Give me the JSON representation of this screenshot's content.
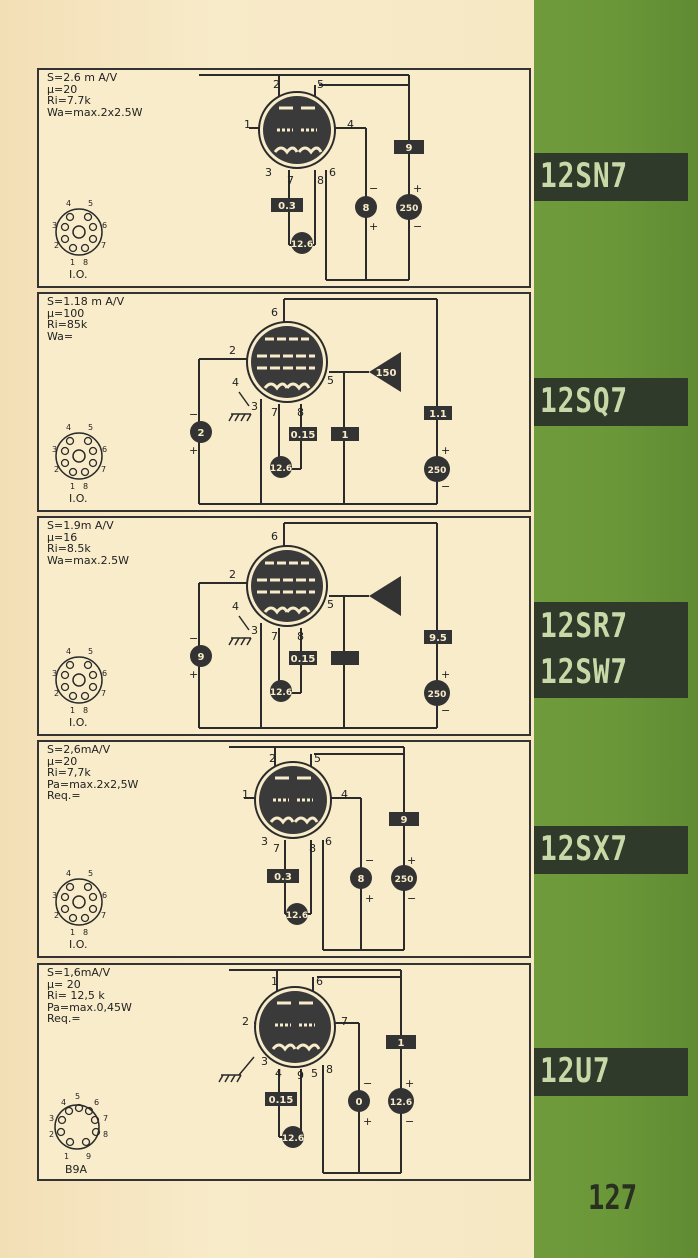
{
  "page_number": "127",
  "tubes": [
    {
      "id": "12SN7",
      "label": "12SN7",
      "specs": [
        "S=2.6 m A/V",
        "μ=20",
        "Ri=7.7k",
        "Wa=max.2x2.5W"
      ],
      "base": "I.O.",
      "base_pins": [
        "4",
        "5",
        "3",
        "6",
        "2",
        "7",
        "1",
        "8"
      ],
      "pins": [
        "2",
        "5",
        "1",
        "4",
        "3",
        "7",
        "8",
        "6"
      ],
      "values": {
        "boxA": "9",
        "boxB": "0.3",
        "circleA": "8",
        "circleB": "250",
        "heater": "12.6"
      }
    },
    {
      "id": "12SQ7",
      "label": "12SQ7",
      "specs": [
        "S=1.18 m A/V",
        "μ=100",
        "Ri=85k",
        "Wa="
      ],
      "base": "I.O.",
      "base_pins": [
        "4",
        "5",
        "3",
        "6",
        "2",
        "7",
        "1",
        "8"
      ],
      "pins": [
        "6",
        "2",
        "4",
        "5",
        "3",
        "7",
        "8"
      ],
      "values": {
        "triangle": "150",
        "boxA": "1.1",
        "boxB": "0.15",
        "boxC": "1",
        "circleA": "2",
        "circleB": "250",
        "heater": "12.6"
      }
    },
    {
      "id": "12SR7",
      "label": "12SR7",
      "label2": "12SW7",
      "specs": [
        "S=1.9m A/V",
        "μ=16",
        "Ri=8.5k",
        "Wa=max.2.5W"
      ],
      "base": "I.O.",
      "base_pins": [
        "4",
        "5",
        "3",
        "6",
        "2",
        "7",
        "1",
        "8"
      ],
      "pins": [
        "6",
        "2",
        "4",
        "5",
        "3",
        "7",
        "8"
      ],
      "values": {
        "boxA": "9.5",
        "boxB": "0.15",
        "circleA": "9",
        "circleB": "250",
        "heater": "12.6"
      }
    },
    {
      "id": "12SX7",
      "label": "12SX7",
      "specs": [
        "S=2,6mA/V",
        "μ=20",
        "Ri=7,7k",
        "Pa=max.2x2,5W",
        "Req.="
      ],
      "base": "I.O.",
      "base_pins": [
        "4",
        "5",
        "3",
        "6",
        "2",
        "7",
        "1",
        "8"
      ],
      "pins": [
        "2",
        "5",
        "1",
        "4",
        "3",
        "7",
        "8",
        "6"
      ],
      "values": {
        "boxA": "9",
        "boxB": "0.3",
        "circleA": "8",
        "circleB": "250",
        "heater": "12.6"
      }
    },
    {
      "id": "12U7",
      "label": "12U7",
      "specs": [
        "S=1,6mA/V",
        "μ= 20",
        "Ri= 12,5 k",
        "Pa=max.0,45W",
        "Req.="
      ],
      "base": "B9A",
      "base_pins": [
        "4",
        "5",
        "6",
        "3",
        "7",
        "2",
        "8",
        "1",
        "9"
      ],
      "pins": [
        "1",
        "6",
        "2",
        "7",
        "3",
        "4",
        "9",
        "5",
        "8"
      ],
      "values": {
        "boxA": "1",
        "boxB": "0.15",
        "circleA": "0",
        "circleB": "12.6",
        "heater": "12.6"
      }
    }
  ],
  "colors": {
    "green": "#6a9738",
    "band": "#2f3a2a",
    "band_text": "#c8d9a8",
    "paper": "#f7e8c4",
    "ink": "#2b2b2b"
  }
}
